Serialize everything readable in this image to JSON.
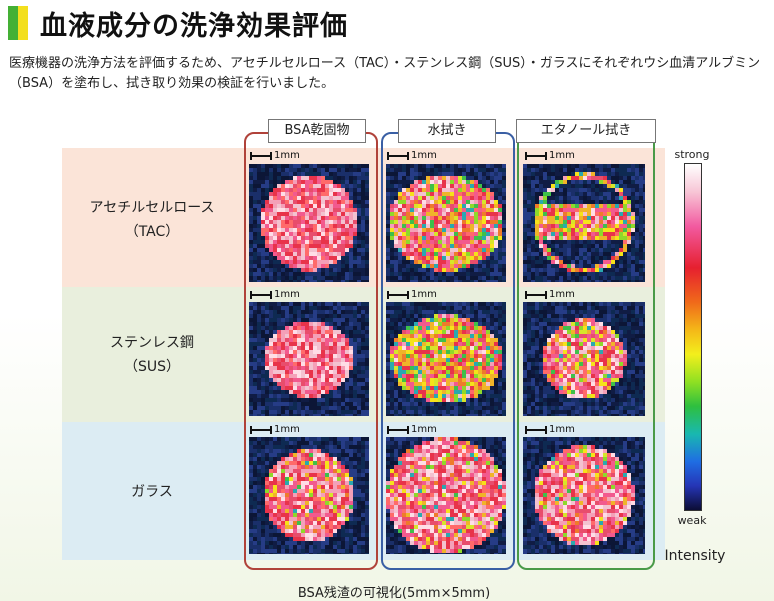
{
  "title": "血液成分の洗浄効果評価",
  "description_lines": [
    "医療機器の洗浄方法を評価するため、アセチルセルロース（TAC）・ステンレス鋼（SUS）・ガラスにそれぞれウシ血清アルブミン",
    "（BSA）を塗布し、拭き取り効果の検証を行いました。"
  ],
  "columns": [
    "BSA乾固物",
    "水拭き",
    "エタノール拭き"
  ],
  "rows": [
    {
      "line1": "アセチルセルロース",
      "line2": "（TAC）"
    },
    {
      "line1": "ステンレス鋼",
      "line2": "（SUS）"
    },
    {
      "line1": "ガラス",
      "line2": ""
    }
  ],
  "scale_label": "1mm",
  "colorbar": {
    "top_label": "strong",
    "bottom_label": "weak",
    "axis_label": "Intensity"
  },
  "caption": "BSA残渣の可視化(5mm×5mm)",
  "colors": {
    "title_green": "#44b035",
    "title_yellow": "#f3df1d",
    "col_dried": "#b0423a",
    "col_water": "#3a5fa4",
    "col_ethanol": "#4a9a48",
    "row_tac": "#fbe4d8",
    "row_sus": "#e9efdd",
    "row_glass": "#dcecf3"
  }
}
